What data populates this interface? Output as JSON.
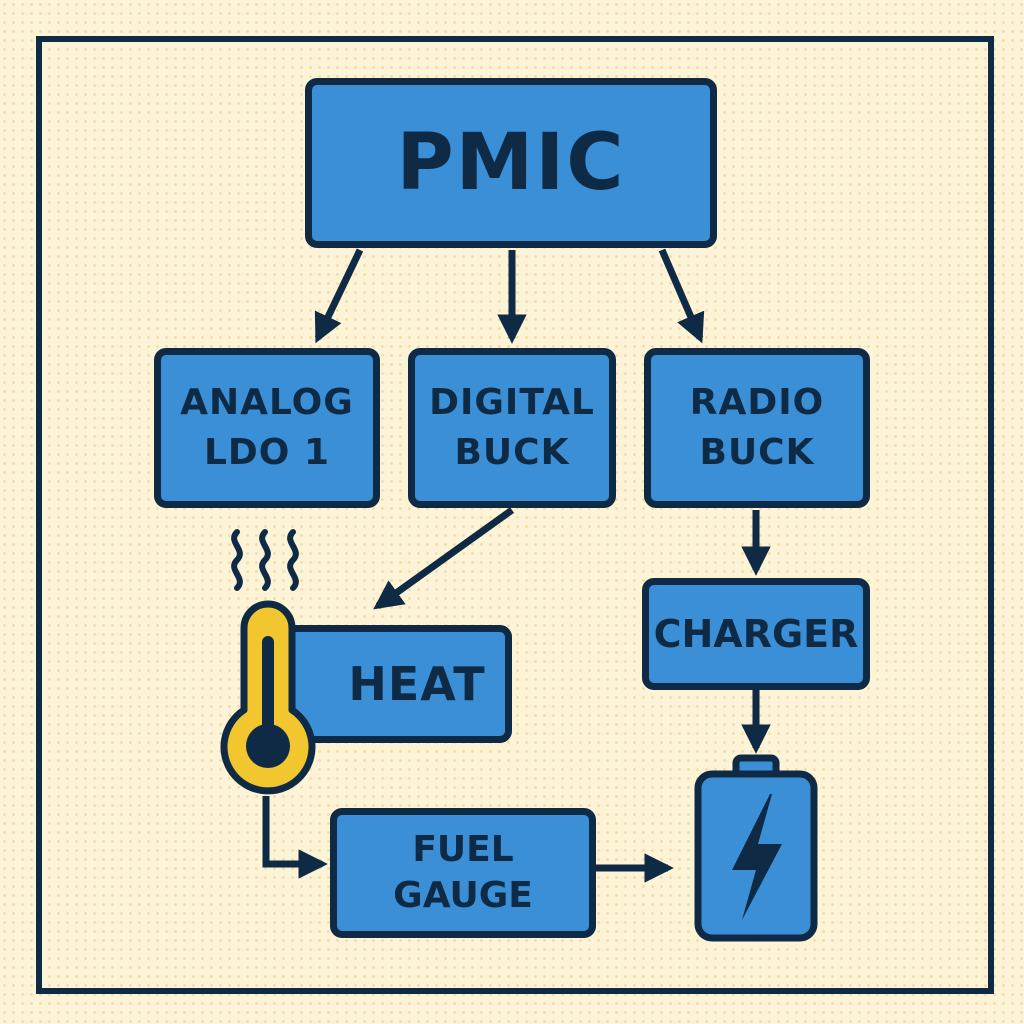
{
  "diagram": {
    "nodes": {
      "pmic": "PMIC",
      "analog_ldo": "ANALOG\nLDO 1",
      "digital_buck": "DIGITAL\nBUCK",
      "radio_buck": "RADIO\nBUCK",
      "heat": "HEAT",
      "charger": "CHARGER",
      "fuel_gauge": "FUEL\nGAUGE"
    },
    "icons": {
      "heat_waves": "heat-waves-icon",
      "thermometer": "thermometer-icon",
      "battery": "battery-icon",
      "lightning": "lightning-bolt-icon"
    },
    "edges": [
      {
        "from": "PMIC",
        "to": "ANALOG LDO 1"
      },
      {
        "from": "PMIC",
        "to": "DIGITAL BUCK"
      },
      {
        "from": "PMIC",
        "to": "RADIO BUCK"
      },
      {
        "from": "DIGITAL BUCK",
        "to": "HEAT"
      },
      {
        "from": "RADIO BUCK",
        "to": "CHARGER"
      },
      {
        "from": "CHARGER",
        "to": "battery"
      },
      {
        "from": "thermometer",
        "to": "FUEL GAUGE"
      },
      {
        "from": "FUEL GAUGE",
        "to": "battery"
      }
    ]
  },
  "colors": {
    "background": "#fdf3d6",
    "box_fill": "#3a8fd6",
    "outline": "#0f2a44",
    "thermometer": "#f2c62f"
  }
}
